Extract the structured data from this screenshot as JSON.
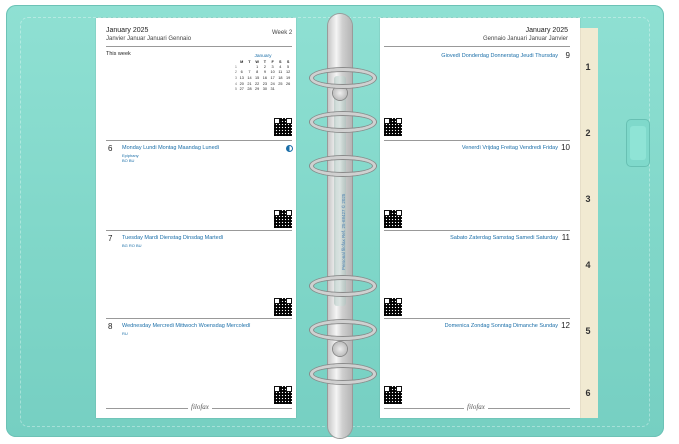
{
  "left_page": {
    "month_title": "January 2025",
    "languages": "Janvier Januar Januari Gennaio",
    "week_label": "Week 2",
    "this_week": "This week",
    "mini_calendar": {
      "title": "January",
      "headers": [
        "",
        "M",
        "T",
        "W",
        "T",
        "F",
        "S",
        "S"
      ],
      "rows": [
        [
          "1",
          "",
          "",
          "1",
          "2",
          "3",
          "4",
          "5"
        ],
        [
          "2",
          "6",
          "7",
          "8",
          "9",
          "10",
          "11",
          "12"
        ],
        [
          "3",
          "13",
          "14",
          "15",
          "16",
          "17",
          "18",
          "19"
        ],
        [
          "4",
          "20",
          "21",
          "22",
          "23",
          "24",
          "25",
          "26"
        ],
        [
          "5",
          "27",
          "28",
          "29",
          "30",
          "31",
          "",
          ""
        ]
      ]
    },
    "days": [
      {
        "num": "6",
        "name": "Monday Lundi Montag Maandag Lunedì",
        "note1": "Epiphany",
        "note2": "BO BU"
      },
      {
        "num": "7",
        "name": "Tuesday Mardi Dienstag Dinsdag Martedì",
        "note1": "BG RO BU",
        "note2": ""
      },
      {
        "num": "8",
        "name": "Wednesday Mercredi Mittwoch Woensdag Mercoledì",
        "note1": "RU",
        "note2": ""
      }
    ],
    "footer_brand": "filofax"
  },
  "right_page": {
    "month_title": "January 2025",
    "languages": "Gennaio Januari Januar Janvier",
    "days": [
      {
        "num": "9",
        "name": "Giovedì Donderdag Donnerstag Jeudi Thursday"
      },
      {
        "num": "10",
        "name": "Venerdì Vrijdag Freitag Vendredi Friday"
      },
      {
        "num": "11",
        "name": "Sabato Zaterdag Samstag Samedi Saturday"
      },
      {
        "num": "12",
        "name": "Domenica Zondag Sonntag Dimanche Sunday"
      }
    ],
    "footer_brand": "filofax"
  },
  "spine_text": "Personal  filofax  Ref. 25-68427  © 2025",
  "tabs": [
    "1",
    "2",
    "3",
    "4",
    "5",
    "6"
  ],
  "colors": {
    "cover": "#7fd6c8",
    "accent_text": "#1a6ea8",
    "tab_paper": "#f1ead2"
  }
}
